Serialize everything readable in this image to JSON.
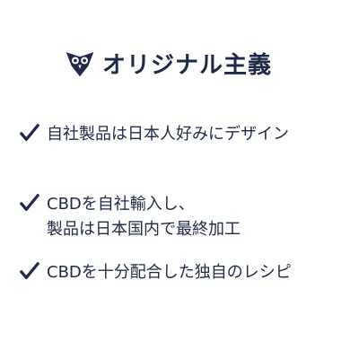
{
  "header": {
    "title": "オリジナル主義",
    "logo_icon": "owl-icon"
  },
  "features": [
    {
      "icon": "check-icon",
      "lines": [
        "自社製品は日本人好みにデザイン"
      ]
    },
    {
      "icon": "check-icon",
      "lines": [
        "CBDを自社輸入し、",
        "製品は日本国内で最終加工"
      ]
    },
    {
      "icon": "check-icon",
      "lines": [
        "CBDを十分配合した独自のレシピ"
      ]
    }
  ],
  "colors": {
    "text": "#1f2a48",
    "background": "#ffffff"
  }
}
